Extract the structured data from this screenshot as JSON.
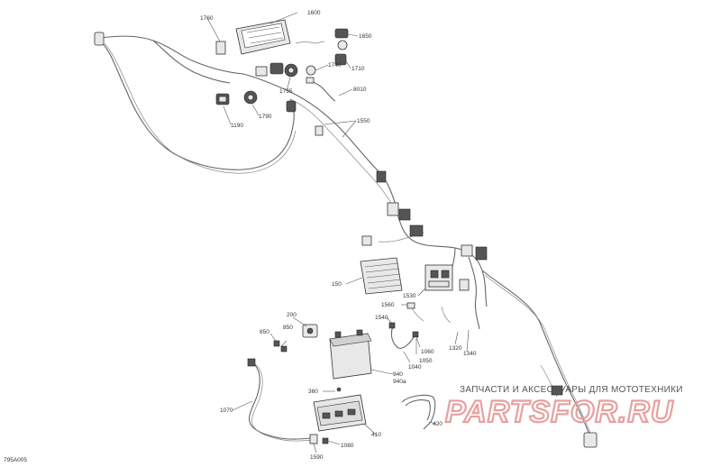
{
  "diagram_code": "795A005",
  "callouts": [
    "1760",
    "1600",
    "1650",
    "1740",
    "1710",
    "8010",
    "1735",
    "1190",
    "1790",
    "1550",
    "150",
    "1530",
    "1560",
    "1540",
    "200",
    "850",
    "850",
    "1060",
    "1040",
    "1050",
    "1320",
    "1340",
    "940",
    "940a",
    "360",
    "1070",
    "1590",
    "1080",
    "410",
    "420"
  ],
  "watermark": {
    "tagline": "ЗАПЧАСТИ И АКСЕССУАРЫ ДЛЯ МОТОТЕХНИКИ",
    "logo": "PARTSFOR.RU"
  }
}
